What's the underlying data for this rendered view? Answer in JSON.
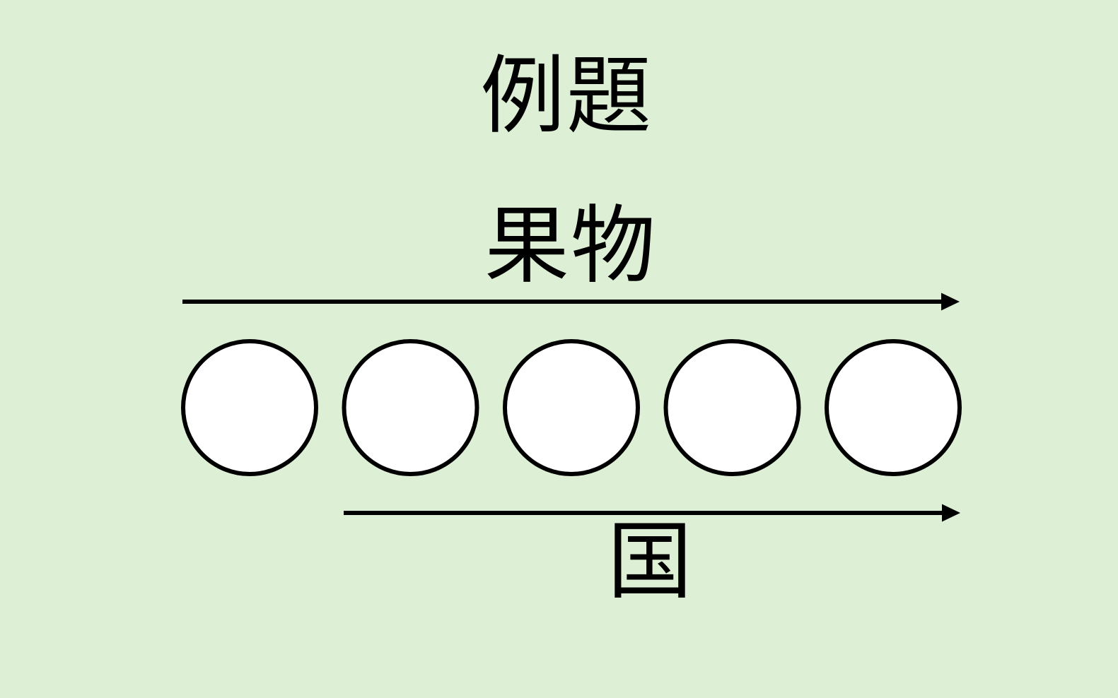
{
  "page": {
    "background_color": "#DDF0D5",
    "text_color": "#000000",
    "title": "例題"
  },
  "diagram": {
    "top_arrow": {
      "label": "果物",
      "direction": "right",
      "color": "#000000",
      "spans_circles": 5
    },
    "bottom_arrow": {
      "label": "国",
      "direction": "right",
      "color": "#000000",
      "spans_circles": 4
    },
    "circles": {
      "count": 5,
      "fill": "#FFFFFF",
      "stroke": "#000000"
    }
  }
}
